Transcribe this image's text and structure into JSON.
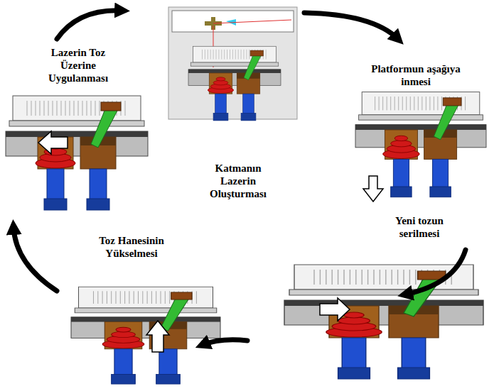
{
  "diagram": {
    "labels": [
      "Lazerin Toz Üzerine Uygulanması",
      "Platformun aşağıya inmesi",
      "Katmanın Lazerin Oluşturması",
      "Yeni tozun serilmesi",
      "Toz Hanesinin Yükselmesi"
    ]
  }
}
